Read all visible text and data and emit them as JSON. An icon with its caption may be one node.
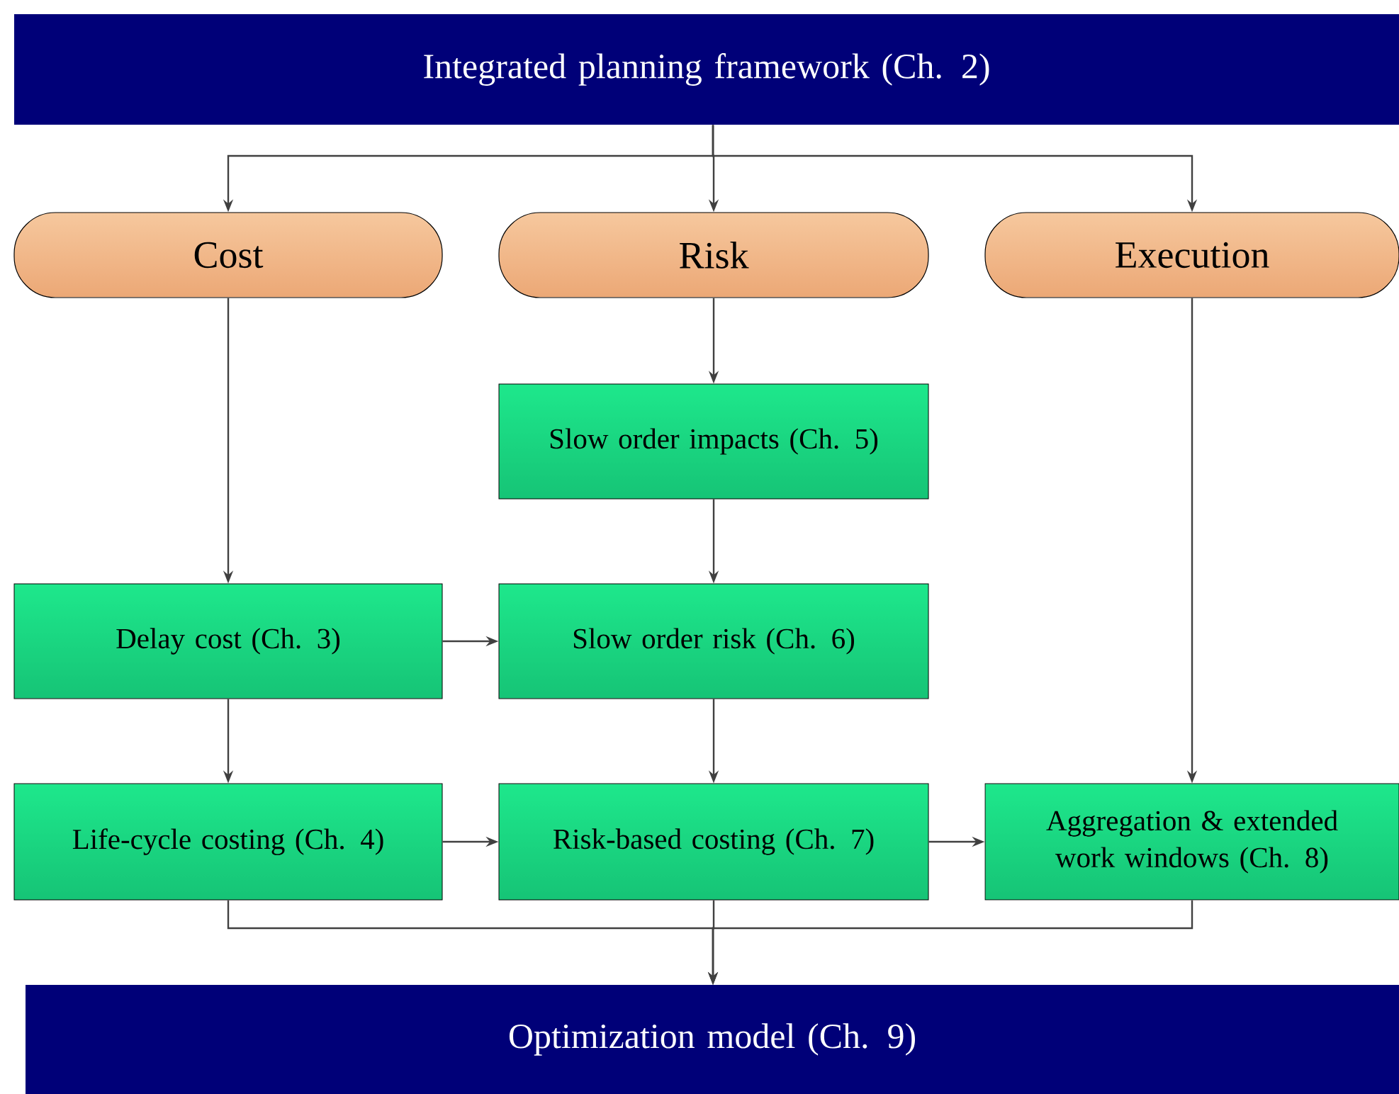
{
  "diagram": {
    "nodes": [
      {
        "text": [
          "Integrated planning framework (Ch. 2)"
        ]
      },
      {
        "text": [
          "Cost"
        ]
      },
      {
        "text": [
          "Risk"
        ]
      },
      {
        "text": [
          "Execution"
        ]
      },
      {
        "text": [
          "Slow order impacts (Ch. 5)"
        ]
      },
      {
        "text": [
          "Delay cost (Ch. 3)"
        ]
      },
      {
        "text": [
          "Slow order risk (Ch. 6)"
        ]
      },
      {
        "text": [
          "Life-cycle costing (Ch. 4)"
        ]
      },
      {
        "text": [
          "Risk-based costing (Ch. 7)"
        ]
      },
      {
        "text": [
          "Aggregation & extended work windows (Ch. 8)"
        ]
      },
      {
        "text": [
          "Optimization model (Ch. 9)"
        ]
      }
    ],
    "edges": [
      {
        "from": 0,
        "to": 1,
        "arrow": "to"
      },
      {
        "from": 0,
        "to": 2,
        "arrow": "to"
      },
      {
        "from": 0,
        "to": 3,
        "arrow": "to"
      },
      {
        "from": 1,
        "to": 5,
        "arrow": "to"
      },
      {
        "from": 2,
        "to": 4,
        "arrow": "to"
      },
      {
        "from": 4,
        "to": 6,
        "arrow": "to"
      },
      {
        "from": 5,
        "to": 6,
        "arrow": "to"
      },
      {
        "from": 5,
        "to": 7,
        "arrow": "to"
      },
      {
        "from": 6,
        "to": 8,
        "arrow": "to"
      },
      {
        "from": 7,
        "to": 8,
        "arrow": "to"
      },
      {
        "from": 8,
        "to": 9,
        "arrow": "to"
      },
      {
        "from": 3,
        "to": 9,
        "arrow": "to"
      },
      {
        "from": 7,
        "to": 10,
        "arrow": "to"
      },
      {
        "from": 8,
        "to": 10,
        "arrow": "to"
      },
      {
        "from": 9,
        "to": 10,
        "arrow": "to"
      }
    ]
  }
}
